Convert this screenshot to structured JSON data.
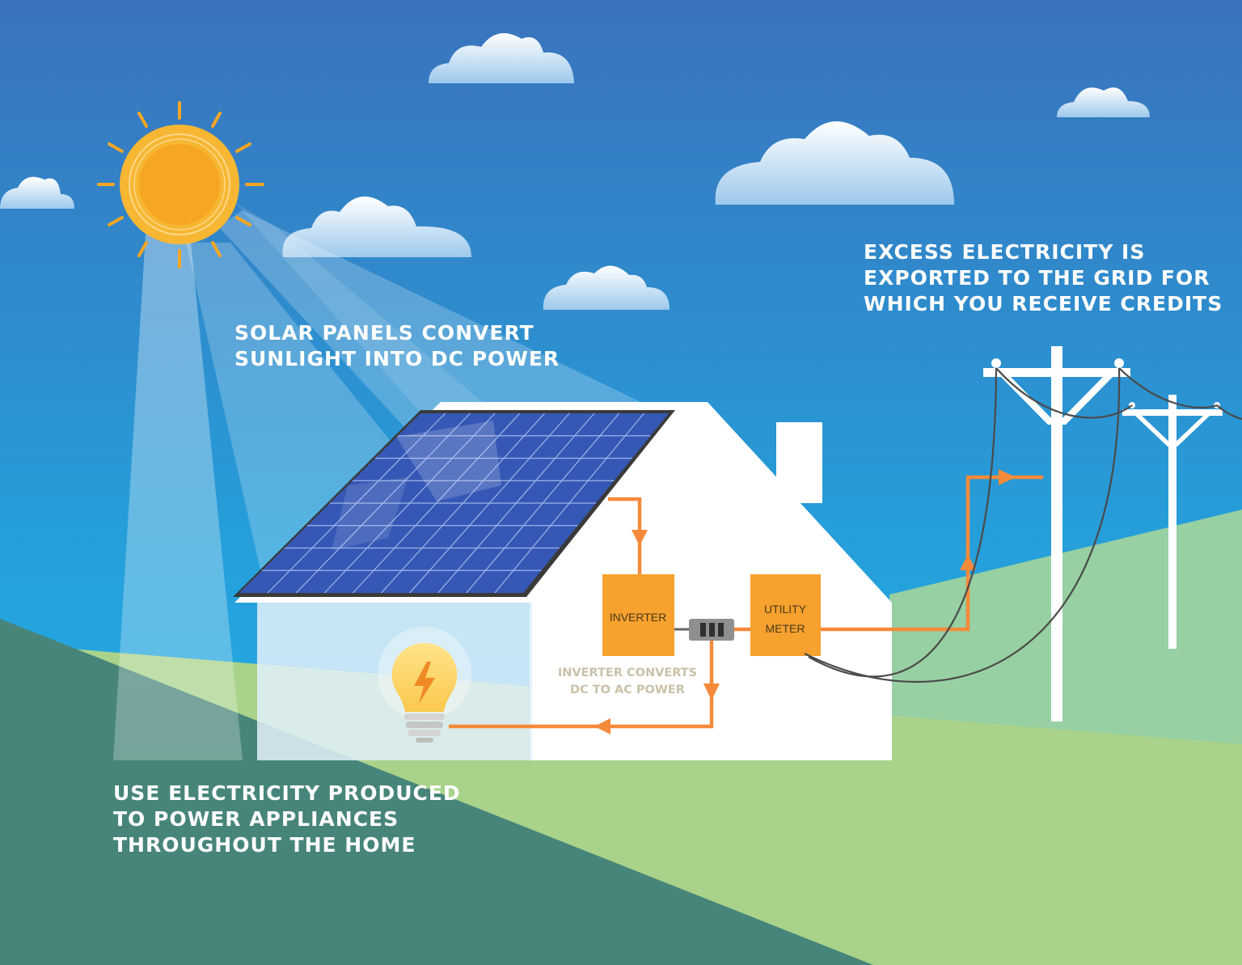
{
  "captions": {
    "solar_line1": "SOLAR PANELS CONVERT",
    "solar_line2": "SUNLIGHT INTO DC POWER",
    "excess_line1": "EXCESS ELECTRICITY IS",
    "excess_line2": "EXPORTED TO THE GRID FOR",
    "excess_line3": "WHICH YOU RECEIVE CREDITS",
    "use_line1": "USE ELECTRICITY PRODUCED",
    "use_line2": "TO POWER APPLIANCES",
    "use_line3": "THROUGHOUT THE HOME",
    "inverter_line1": "INVERTER CONVERTS",
    "inverter_line2": "DC TO AC POWER"
  },
  "components": {
    "inverter": "INVERTER",
    "meter_line1": "UTILITY",
    "meter_line2": "METER"
  },
  "icons": [
    "sun-icon",
    "cloud-icon",
    "solar-panel",
    "house",
    "inverter-box",
    "utility-meter-box",
    "breaker-box",
    "light-bulb-icon",
    "power-pole",
    "arrow-icon"
  ],
  "colors": {
    "sky_top": "#3b78c0",
    "sky_bottom": "#1fb2ea",
    "sun": "#f6a623",
    "panel": "#3558b6",
    "orange": "#f7a12e",
    "flow_line": "#f58a3a",
    "hill_dark": "#47857a",
    "hill_light": "#a9d28a",
    "house": "#ffffff"
  }
}
